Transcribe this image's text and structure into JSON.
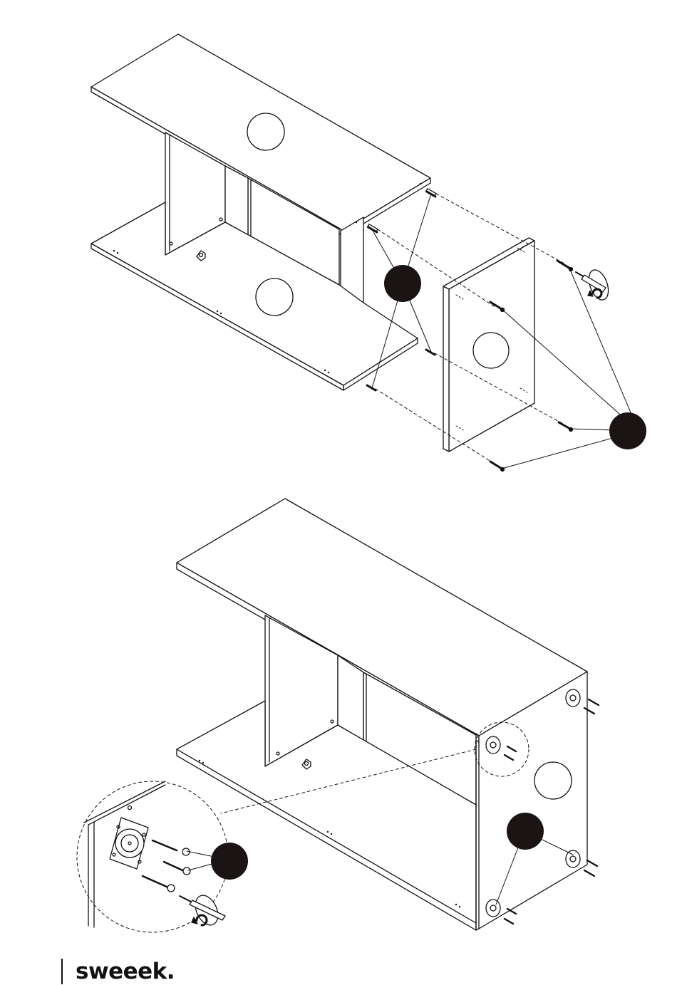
{
  "brand": {
    "name": "sweeek."
  },
  "colors": {
    "line": "#111111",
    "fill": "#ffffff",
    "callout": "#1a1414"
  },
  "steps": [
    {
      "parts": [
        "wooden-dowel",
        "cam-lock-screw",
        "screwdriver"
      ],
      "callouts": 2
    },
    {
      "parts": [
        "furniture-foot",
        "wood-screw",
        "screwdriver"
      ],
      "callouts": 2
    }
  ]
}
